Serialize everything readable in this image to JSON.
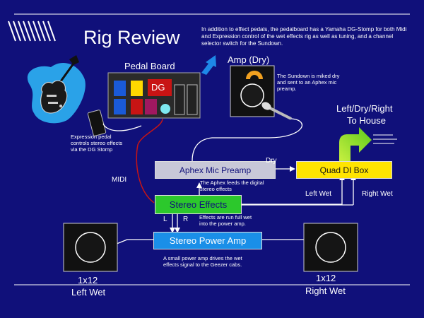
{
  "slide": {
    "title": "Rig Review",
    "intro": "In addition to effect pedals, the pedalboard has a Yamaha DG-Stomp for both Midi and Expression control of the wet effects rig as well as tuning, and a channel selector switch for the Sundown.",
    "pedal_board_label": "Pedal Board",
    "dg_label": "DG",
    "amp_label": "Amp (Dry)",
    "amp_note": "The Sundown is miked dry and sent to an Aphex mic preamp.",
    "expression_note": "Expression pedal controls stereo effects via the DG Stomp",
    "midi_label": "MIDI",
    "preamp_label": "Aphex Mic Preamp",
    "preamp_note": "The Aphex feeds the digital stereo effects",
    "dry_label": "Dry",
    "di_label": "Quad DI Box",
    "house_label_line1": "Left/Dry/Right",
    "house_label_line2": "To House",
    "left_wet_label": "Left Wet",
    "right_wet_label": "Right Wet",
    "effects_label": "Stereo Effects",
    "effects_note": "Effects are run full wet into the power amp.",
    "l_label": "L",
    "r_label": "R",
    "power_amp_label": "Stereo Power Amp",
    "power_amp_note": "A small power amp drives the wet effects signal to the Geezer cabs.",
    "left_cab_line1": "1x12",
    "left_cab_line2": "Left Wet",
    "right_cab_line1": "1x12",
    "right_cab_line2": "Right Wet"
  },
  "colors": {
    "background": "#10107a",
    "preamp_fill": "#c8c8d8",
    "effects_fill": "#2cc82c",
    "power_amp_fill": "#1a8fe8",
    "di_fill": "#ffe400",
    "midi_cable": "#c81414"
  }
}
